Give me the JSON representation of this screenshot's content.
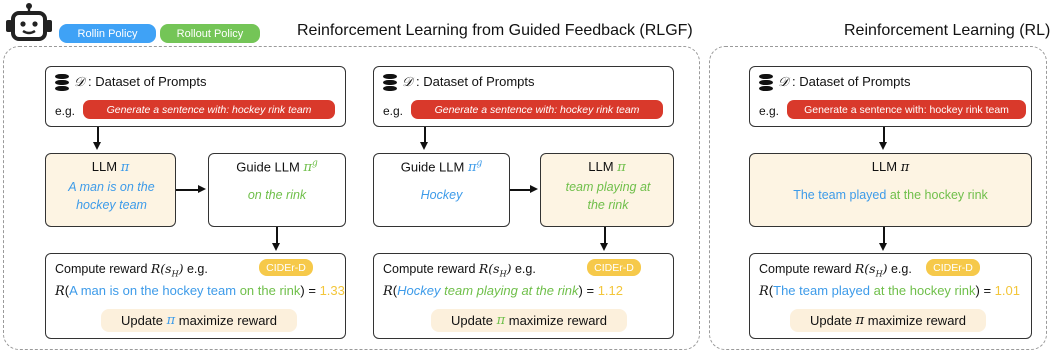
{
  "legend": {
    "rollin": "Rollin Policy",
    "rollout": "Rollout Policy"
  },
  "titles": {
    "rlgf": "Reinforcement Learning from Guided Feedback (RLGF)",
    "rl": "Reinforcement Learning (RL)"
  },
  "common": {
    "dataset": ": Dataset of Prompts",
    "eg": "e.g.",
    "prompt": "Generate a sentence with: hockey rink team",
    "compute_reward": "Compute reward",
    "eg_short": "e.g.",
    "cider": "CIDEr-D",
    "llm": "LLM",
    "guide_llm": "Guide LLM",
    "update": "maximize reward",
    "update_word": "Update"
  },
  "panel1": {
    "llm_text": "A man is on the hockey team",
    "guide_text": "on the rink",
    "reward_blue": "A man is on the hockey team",
    "reward_green": "on the rink",
    "score": "1.33"
  },
  "panel2": {
    "guide_text": "Hockey",
    "llm_text": "team playing at the rink",
    "reward_blue": "Hockey",
    "reward_green": "team playing at the rink",
    "score": "1.12"
  },
  "panel3": {
    "llm_blue": "The team played",
    "llm_green": "at the hockey rink",
    "reward_blue": "The team played",
    "reward_green": "at the hockey rink",
    "score": "1.01"
  }
}
